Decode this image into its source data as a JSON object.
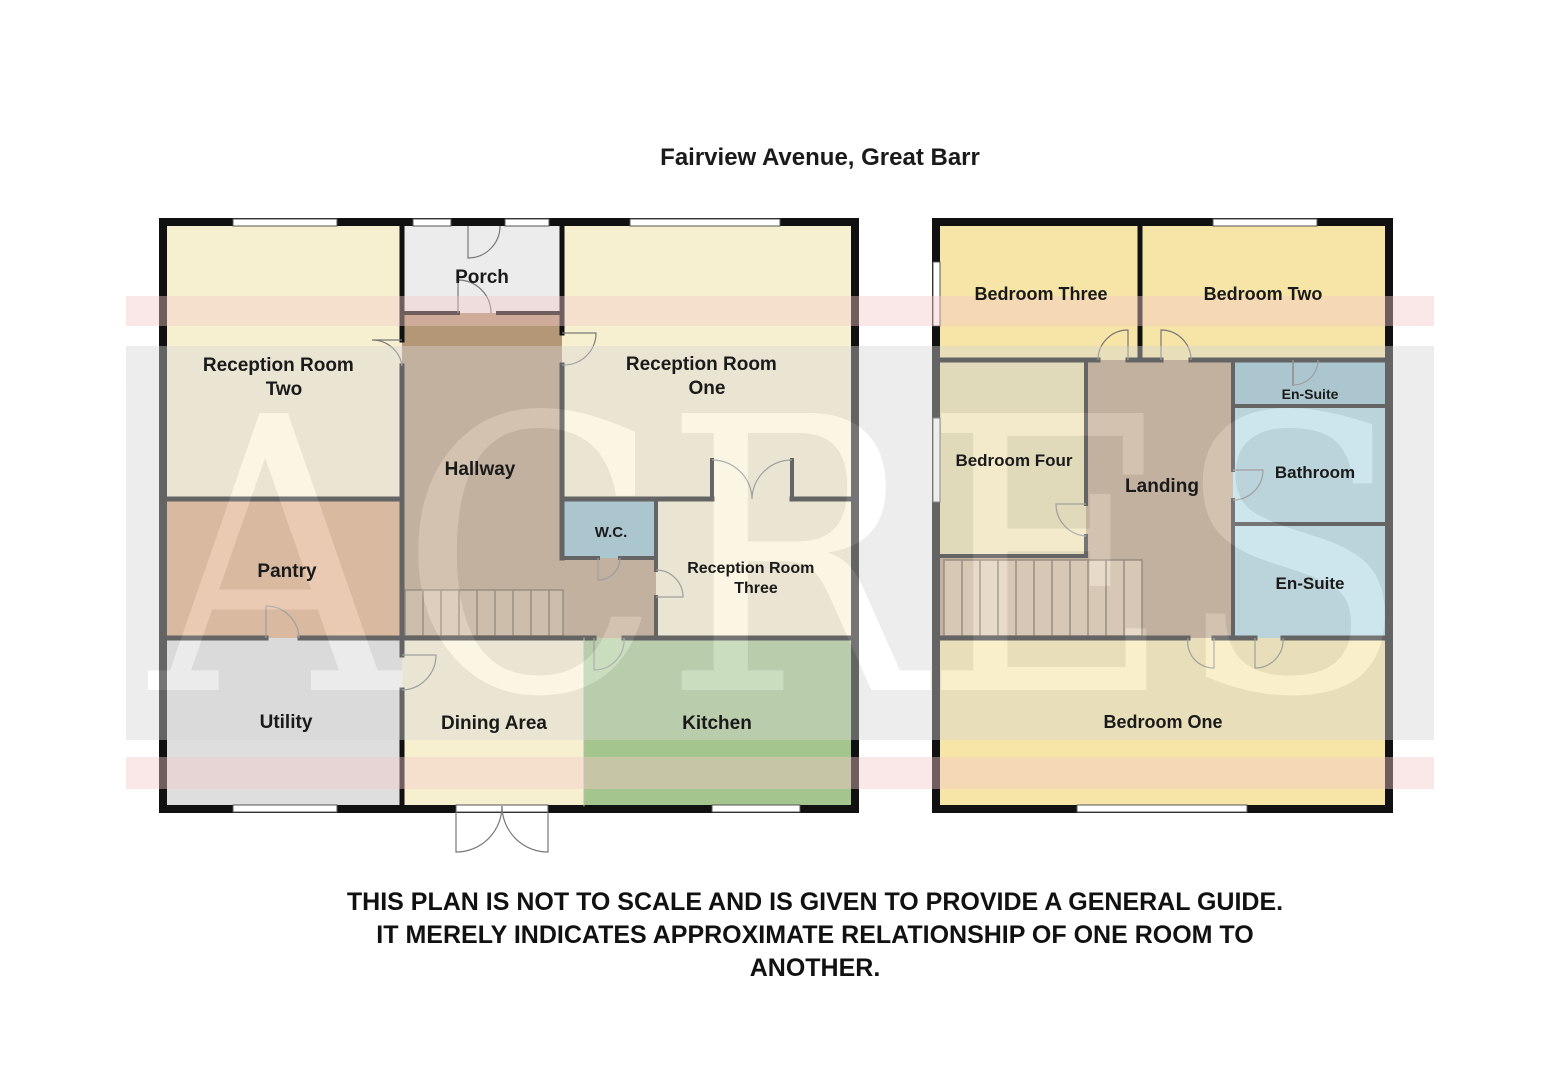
{
  "title": "Fairview Avenue, Great Barr",
  "watermark": "ACRES",
  "disclaimer": "THIS PLAN IS NOT TO SCALE AND IS GIVEN TO PROVIDE A GENERAL GUIDE. IT MERELY INDICATES APPROXIMATE RELATIONSHIP OF ONE ROOM TO ANOTHER.",
  "ground_floor": {
    "rooms": {
      "reception_two": [
        "Reception Room",
        "Two"
      ],
      "porch": "Porch",
      "reception_one": [
        "Reception Room",
        "One"
      ],
      "hallway": "Hallway",
      "pantry": "Pantry",
      "wc": "W.C.",
      "reception_three": [
        "Reception Room",
        "Three"
      ],
      "utility": "Utility",
      "dining": "Dining Area",
      "kitchen": "Kitchen"
    }
  },
  "first_floor": {
    "rooms": {
      "bed_three": "Bedroom Three",
      "bed_two": "Bedroom Two",
      "ensuite_top": "En-Suite",
      "bed_four": "Bedroom Four",
      "landing": "Landing",
      "bathroom": "Bathroom",
      "ensuite_bottom": "En-Suite",
      "bed_one": "Bedroom One"
    }
  },
  "colors": {
    "wall": "#111111",
    "reception": "#f7f0d0",
    "pantry": "#dca57a",
    "hall": "#b49777",
    "utility": "#dedede",
    "wc": "#8fbccb",
    "kitchen": "#a5c58f",
    "bedroom": "#f6e5a6",
    "bedfour": "#e9dca6",
    "bath": "#a9d3df",
    "watermark_band": "#f4c9c9"
  }
}
